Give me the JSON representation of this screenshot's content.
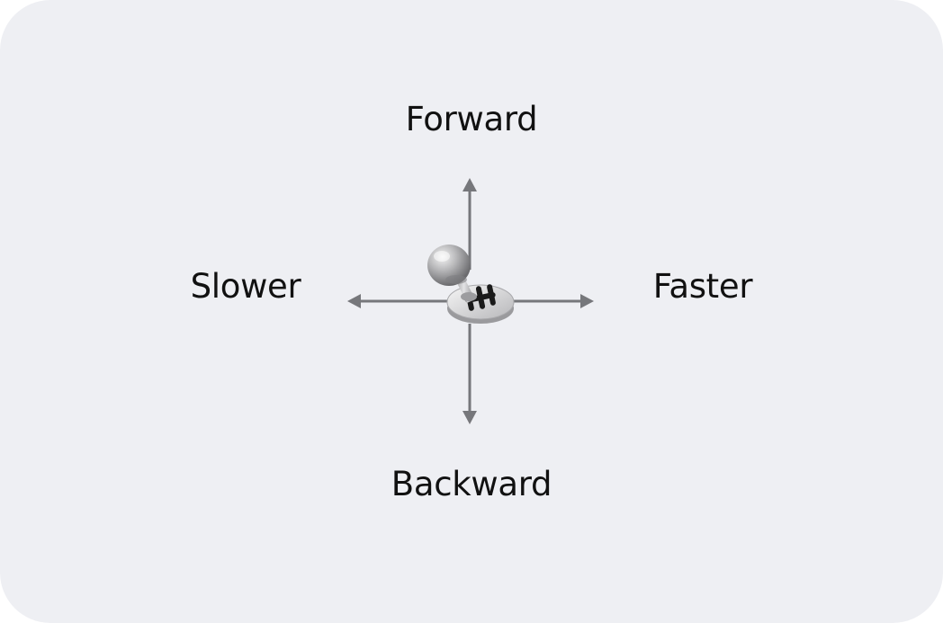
{
  "directions": {
    "forward": "Forward",
    "backward": "Backward",
    "slower": "Slower",
    "faster": "Faster"
  },
  "icons": {
    "center": "gear-shifter-icon"
  },
  "colors": {
    "background": "#eeeff3",
    "arrow": "#76777b",
    "text": "#111111"
  }
}
